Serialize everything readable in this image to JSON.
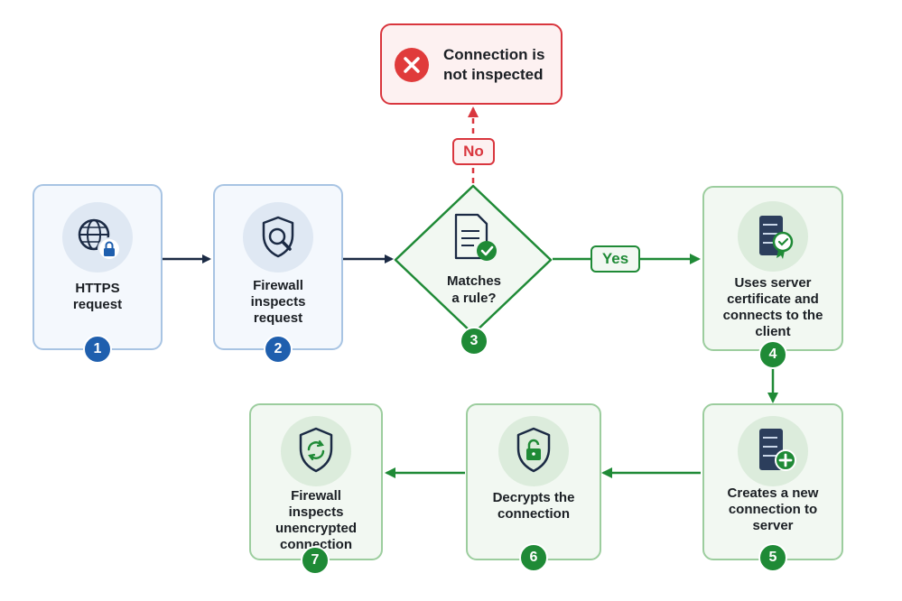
{
  "nodes": {
    "https_request": {
      "label_1": "HTTPS",
      "label_2": "request",
      "badge": "1"
    },
    "firewall_inspects_request": {
      "label_1": "Firewall",
      "label_2": "inspects",
      "label_3": "request",
      "badge": "2"
    },
    "matches_rule": {
      "label_1": "Matches",
      "label_2": "a rule?",
      "badge": "3"
    },
    "uses_server_certificate": {
      "label_1": "Uses server",
      "label_2": "certificate and",
      "label_3": "connects to the",
      "label_4": "client",
      "badge": "4"
    },
    "creates_new_connection": {
      "label_1": "Creates a new",
      "label_2": "connection to",
      "label_3": "server",
      "badge": "5"
    },
    "decrypts_connection": {
      "label_1": "Decrypts the",
      "label_2": "connection",
      "badge": "6"
    },
    "firewall_inspects_unencrypted": {
      "label_1": "Firewall",
      "label_2": "inspects",
      "label_3": "unencrypted",
      "label_4": "connection",
      "badge": "7"
    }
  },
  "not_inspected": {
    "label_1": "Connection is",
    "label_2": "not inspected"
  },
  "edges": {
    "no_label": "No",
    "yes_label": "Yes"
  },
  "colors": {
    "blue_accent": "#1f5fae",
    "green_accent": "#1f8a36",
    "red_accent": "#d9363e",
    "arrow_dark": "#1b2a44"
  }
}
